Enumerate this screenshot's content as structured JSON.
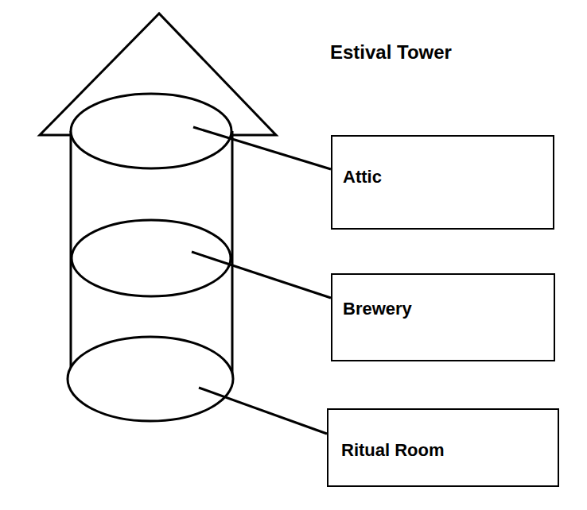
{
  "diagram": {
    "title": "Estival Tower",
    "nodes": [
      {
        "text": [
          "Attic"
        ]
      },
      {
        "text": [
          "Brewery"
        ]
      },
      {
        "text": [
          "Ritual Room"
        ]
      }
    ]
  }
}
